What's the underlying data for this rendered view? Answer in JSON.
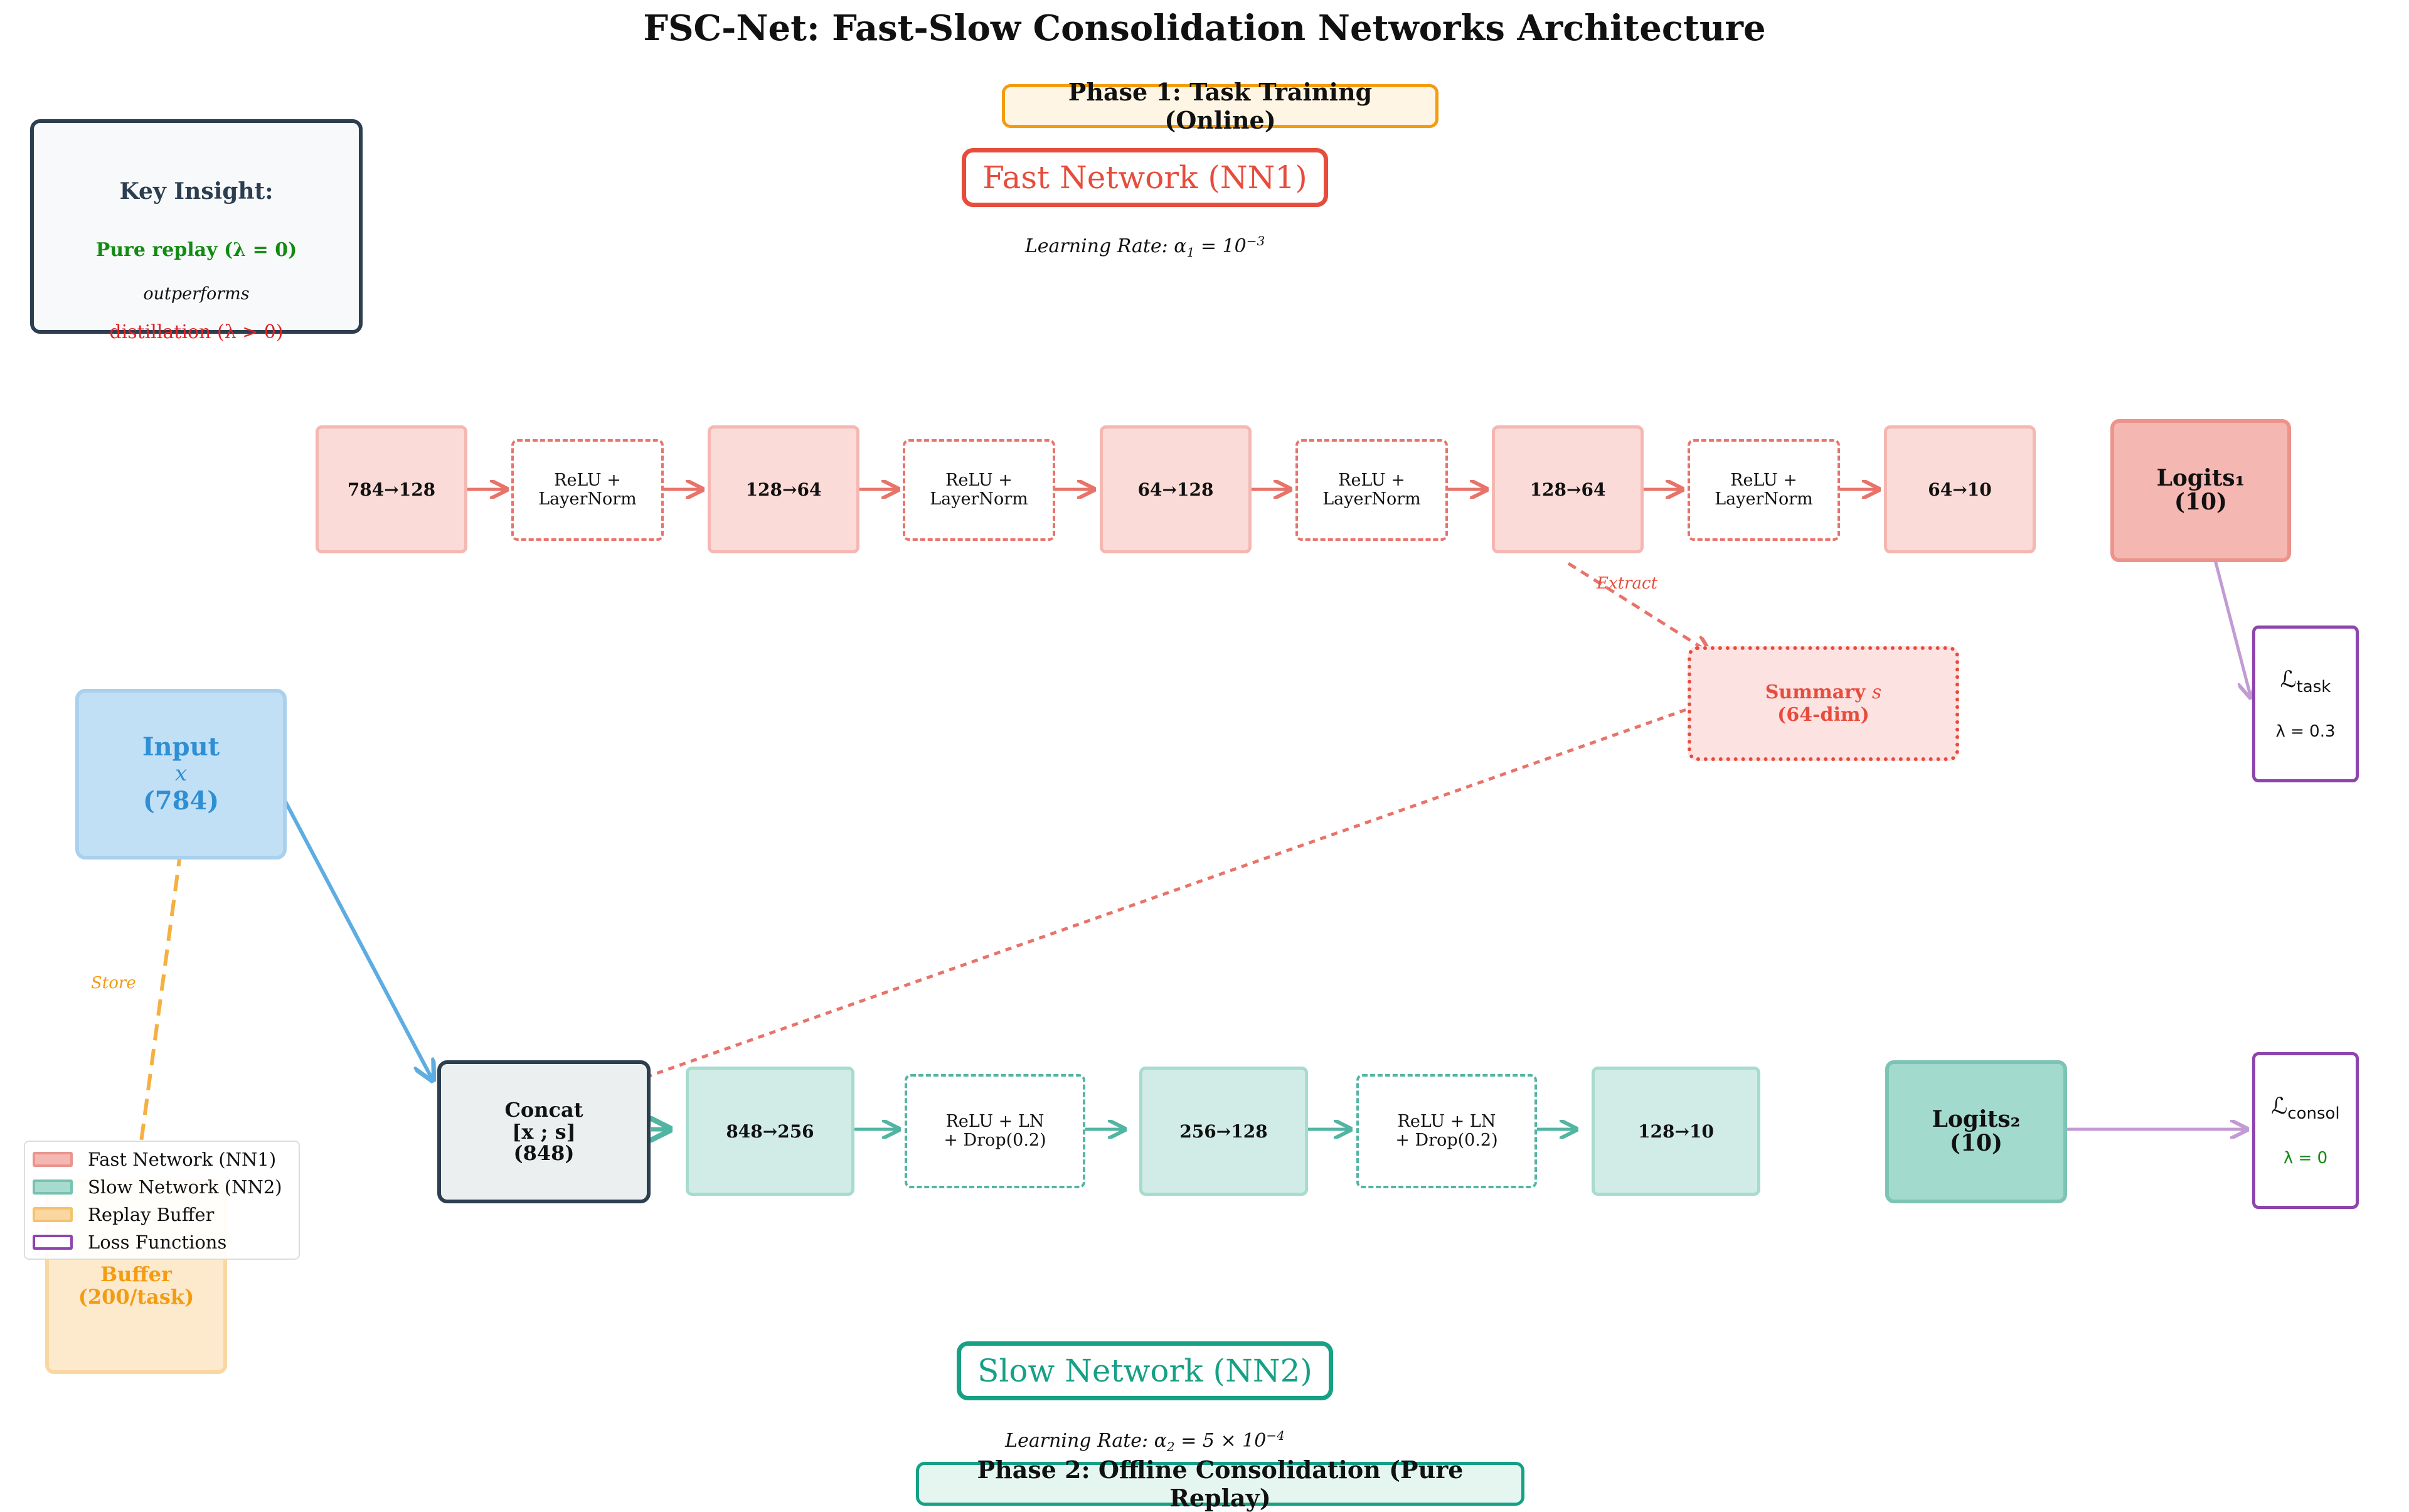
{
  "title": "FSC-Net: Fast-Slow Consolidation Networks Architecture",
  "phase1": "Phase 1: Task Training (Online)",
  "phase2": "Phase 2: Offline Consolidation (Pure Replay)",
  "fast_network": {
    "title": "Fast Network (NN1)",
    "lr_prefix": "Learning Rate: α",
    "lr_sub": "1",
    "lr_mid": " = 10",
    "lr_sup": "−3",
    "layers": [
      "784→128",
      "128→64",
      "64→128",
      "128→64",
      "64→10"
    ],
    "activation": [
      "ReLU +",
      "LayerNorm"
    ],
    "logits": [
      "Logits₁",
      "(10)"
    ]
  },
  "slow_network": {
    "title": "Slow Network (NN2)",
    "lr_prefix": "Learning Rate: α",
    "lr_sub": "2",
    "lr_mid": " = 5 × 10",
    "lr_sup": "−4",
    "concat": [
      "Concat",
      "[x ; s]",
      "(848)"
    ],
    "layers": [
      "848→256",
      "256→128",
      "128→10"
    ],
    "activation": [
      "ReLU + LN",
      "+ Drop(0.2)"
    ],
    "logits": [
      "Logits₂",
      "(10)"
    ]
  },
  "input": {
    "label": "Input",
    "var": "x",
    "size": "(784)"
  },
  "summary": {
    "label": "Summary",
    "var": "s",
    "size": "(64-dim)"
  },
  "replay_buffer": {
    "line1": "Buffer",
    "line2": "(200/task)"
  },
  "edge_labels": {
    "extract": "Extract",
    "store": "Store"
  },
  "loss_task": {
    "symbol": "ℒ",
    "sub": "task",
    "weight": "λ = 0.3"
  },
  "loss_consol": {
    "symbol": "ℒ",
    "sub": "consol",
    "weight": "λ = 0"
  },
  "key_insight": {
    "heading": "Key Insight:",
    "line1": "Pure replay (λ = 0)",
    "line2": "outperforms",
    "line3": "distillation (λ > 0)"
  },
  "legend": [
    {
      "label": "Fast Network (NN1)",
      "fill": "#f5b7b1",
      "edge": "#e8958d"
    },
    {
      "label": "Slow Network (NN2)",
      "fill": "#a8dbcf",
      "edge": "#76c2b1"
    },
    {
      "label": "Replay Buffer",
      "fill": "#fad7a0",
      "edge": "#f5c26b"
    },
    {
      "label": "Loss Functions",
      "fill": "#ffffff",
      "edge": "#8e44ad"
    }
  ],
  "colors": {
    "fast": "#e74c3c",
    "slow": "#16a085",
    "input": "#3498db",
    "buffer": "#f39c12",
    "loss": "#8e44ad",
    "green_text": "#138a13",
    "red_text": "#e62020"
  }
}
